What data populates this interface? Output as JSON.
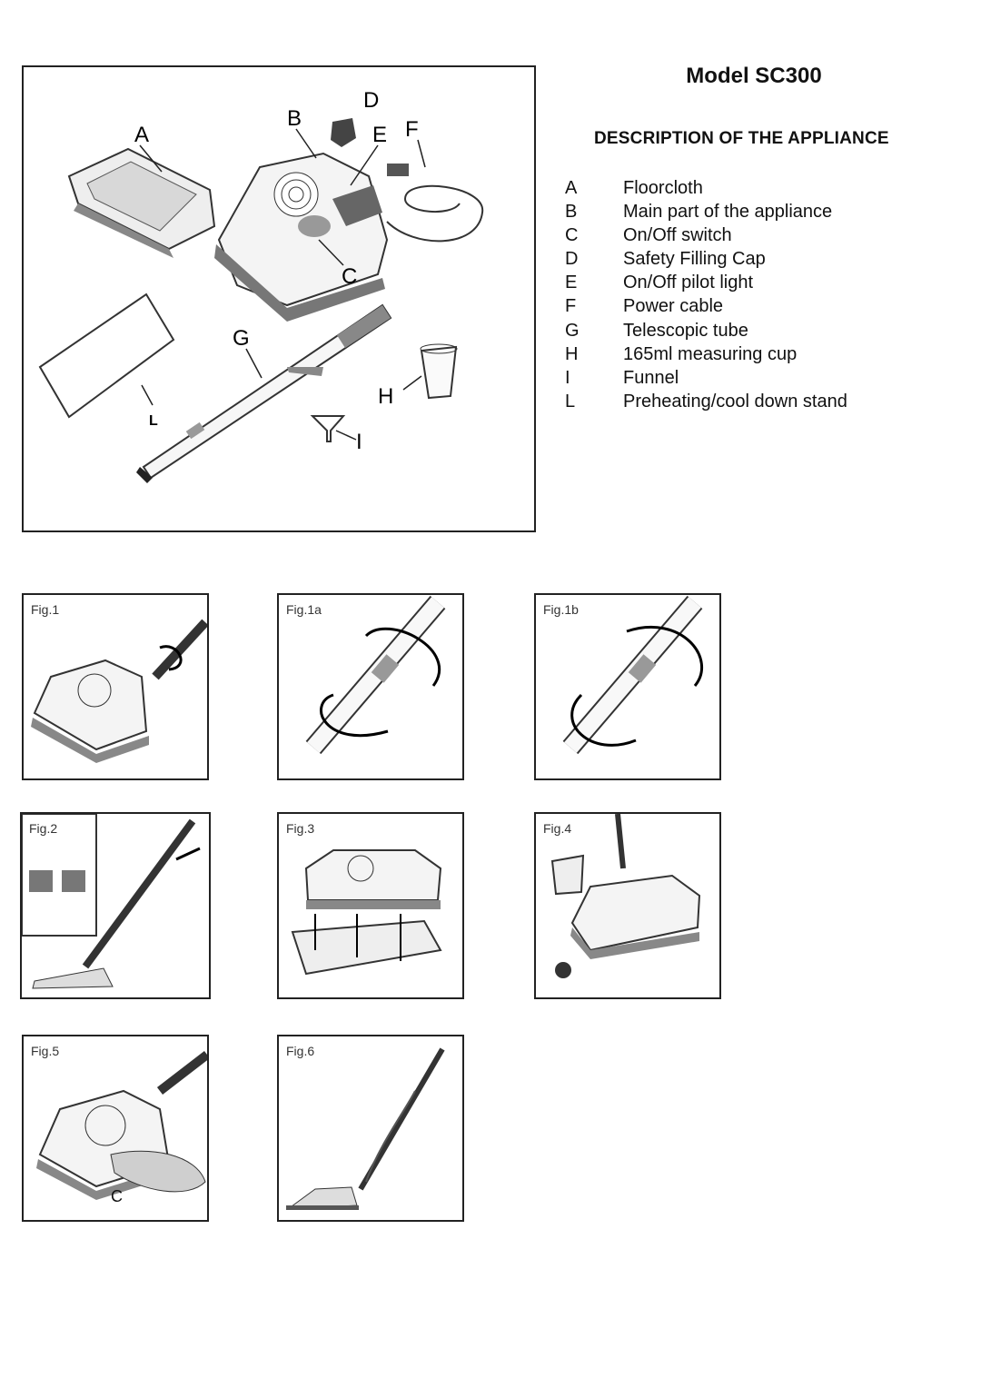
{
  "model_title": "Model SC300",
  "description_heading": "DESCRIPTION OF THE APPLIANCE",
  "parts": [
    {
      "key": "A",
      "label": "Floorcloth"
    },
    {
      "key": "B",
      "label": "Main part of the appliance"
    },
    {
      "key": "C",
      "label": "On/Off switch"
    },
    {
      "key": "D",
      "label": "Safety Filling Cap"
    },
    {
      "key": "E",
      "label": "On/Off pilot light"
    },
    {
      "key": "F",
      "label": "Power cable"
    },
    {
      "key": "G",
      "label": "Telescopic tube"
    },
    {
      "key": "H",
      "label": "165ml measuring cup"
    },
    {
      "key": "I",
      "label": "Funnel"
    },
    {
      "key": "L",
      "label": "Preheating/cool down stand"
    }
  ],
  "diagram_callouts": {
    "a": "A",
    "b": "B",
    "c": "C",
    "d": "D",
    "e": "E",
    "f": "F",
    "g": "G",
    "h": "H",
    "i": "I",
    "l": "L"
  },
  "figures": {
    "fig1": "Fig.1",
    "fig1a": "Fig.1a",
    "fig1b": "Fig.1b",
    "fig2": "Fig.2",
    "fig3": "Fig.3",
    "fig4": "Fig.4",
    "fig5": "Fig.5",
    "fig5_callout": "C",
    "fig6": "Fig.6"
  }
}
